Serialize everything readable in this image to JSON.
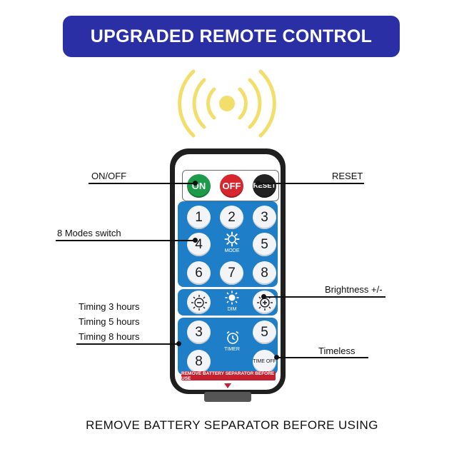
{
  "banner": {
    "title": "UPGRADED REMOTE CONTROL"
  },
  "colors": {
    "banner": "#2a2fa6",
    "panel": "#1f7ec8",
    "on": "#1d9a4a",
    "off": "#d8262e",
    "reset": "#222222",
    "strip": "#c5202f",
    "signal": "#f2de6a"
  },
  "remote": {
    "top_buttons": {
      "on": "ON",
      "off": "OFF",
      "reset": "RESET"
    },
    "mode_keys": [
      "1",
      "2",
      "3",
      "4",
      "5",
      "6",
      "7",
      "8"
    ],
    "mode_label": "MODE",
    "dim_label": "DIM",
    "timer_keys": [
      "3",
      "5",
      "8"
    ],
    "timer_label": "TIMER",
    "time_off": "TIME OFF",
    "separator_strip": "REMOVE BATTERY SEPARATOR BEFORE USE"
  },
  "callouts": {
    "on_off": "ON/OFF",
    "reset": "RESET",
    "modes": "8 Modes switch",
    "brightness": "Brightness +/-",
    "timing3": "Timing 3 hours",
    "timing5": "Timing 5 hours",
    "timing8": "Timing 8 hours",
    "timeless": "Timeless"
  },
  "footer": "REMOVE BATTERY SEPARATOR BEFORE USING",
  "icons": [
    "signal-waves-icon",
    "gear-icon",
    "sun-minus-icon",
    "sun-icon",
    "sun-plus-icon",
    "alarm-clock-icon",
    "arrow-down-icon"
  ]
}
